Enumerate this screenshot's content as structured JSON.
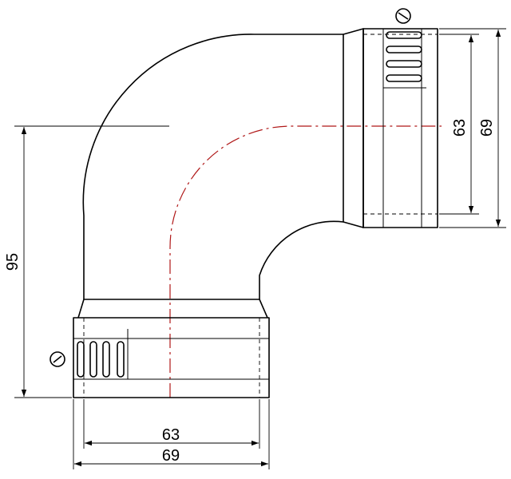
{
  "dimensions": {
    "bottom_inner_width": "63",
    "bottom_outer_width": "69",
    "right_inner_height": "63",
    "right_outer_height": "69",
    "overall_height": "95"
  },
  "colors": {
    "outline": "#000000",
    "centerline": "#b01818",
    "background": "#ffffff"
  }
}
